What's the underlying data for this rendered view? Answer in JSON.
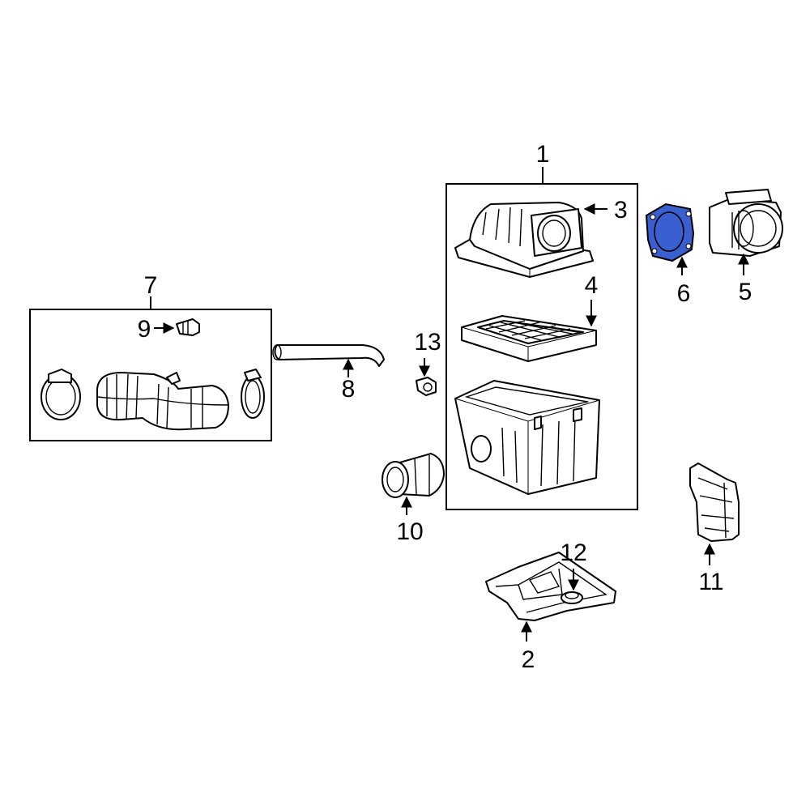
{
  "callouts": {
    "c1": "1",
    "c2": "2",
    "c3": "3",
    "c4": "4",
    "c5": "5",
    "c6": "6",
    "c7": "7",
    "c8": "8",
    "c9": "9",
    "c10": "10",
    "c11": "11",
    "c12": "12",
    "c13": "13"
  },
  "colors": {
    "highlight": "#3a5fd1",
    "line": "#000000",
    "background": "#ffffff"
  }
}
